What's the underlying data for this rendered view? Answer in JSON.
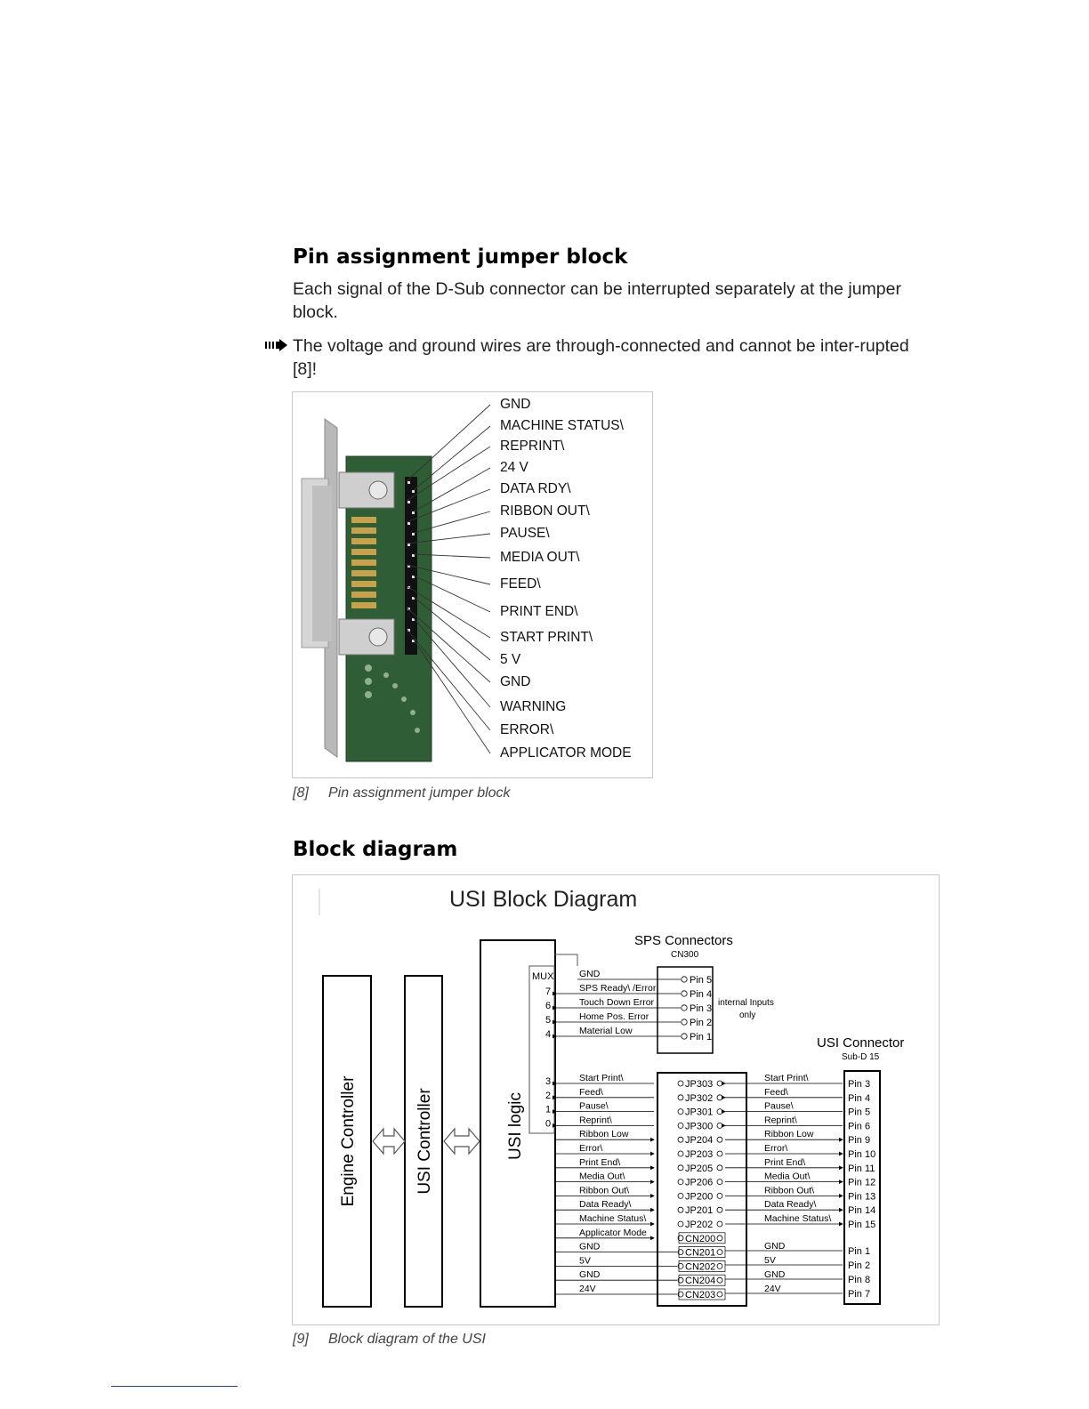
{
  "section1": {
    "heading": "Pin assignment jumper block",
    "paragraph": "Each signal of the D-Sub connector can be interrupted separately at the jumper block.",
    "note": "The voltage and ground wires are through-connected and cannot be inter-rupted [8]!",
    "pin_labels": [
      "GND",
      "MACHINE STATUS\\",
      "REPRINT\\",
      "24 V",
      "DATA RDY\\",
      "RIBBON OUT\\",
      "PAUSE\\",
      "MEDIA OUT\\",
      "FEED\\",
      "PRINT END\\",
      "START PRINT\\",
      "5 V",
      "GND",
      "WARNING",
      "ERROR\\",
      "APPLICATOR MODE"
    ],
    "caption_num": "[8]",
    "caption_text": "Pin assignment jumper block"
  },
  "section2": {
    "heading": "Block diagram",
    "caption_num": "[9]",
    "caption_text": "Block diagram of the USI"
  },
  "diagram": {
    "title": "USI Block Diagram",
    "engine": "Engine Controller",
    "usi_controller": "USI Controller",
    "usi_logic": "USI logic",
    "mux": "MUX",
    "sps_title": "SPS Connectors",
    "sps_sub": "CN300",
    "internal_note_1": "internal Inputs",
    "internal_note_2": "only",
    "usi_conn_title": "USI Connector",
    "usi_conn_sub": "Sub-D 15",
    "mux_signals": [
      "GND",
      "SPS Ready\\ /Error",
      "Touch Down Error",
      "Home Pos. Error",
      "Material Low"
    ],
    "mux_nums": [
      "",
      "7",
      "6",
      "5",
      "4"
    ],
    "sps_pins": [
      "Pin 5",
      "Pin 4",
      "Pin 3",
      "Pin 2",
      "Pin 1"
    ],
    "left_signals": [
      "Start Print\\",
      "Feed\\",
      "Pause\\",
      "Reprint\\",
      "Ribbon Low",
      "Error\\",
      "Print End\\",
      "Media Out\\",
      "Ribbon  Out\\",
      "Data Ready\\",
      "Machine Status\\",
      "Applicator Mode",
      "GND",
      "5V",
      "GND",
      "24V"
    ],
    "left_nums": [
      "3",
      "2",
      "1",
      "0"
    ],
    "jumpers": [
      "JP303",
      "JP302",
      "JP301",
      "JP300",
      "JP204",
      "JP203",
      "JP205",
      "JP206",
      "JP200",
      "JP201",
      "JP202",
      "CN200",
      "CN201",
      "CN202",
      "CN204",
      "CN203"
    ],
    "right_signals": [
      "Start Print\\",
      "Feed\\",
      "Pause\\",
      "Reprint\\",
      "Ribbon Low",
      "Error\\",
      "Print End\\",
      "Media Out\\",
      "Ribbon  Out\\",
      "Data Ready\\",
      "Machine Status\\",
      "GND",
      "5V",
      "GND",
      "24V"
    ],
    "conn_pins": [
      "Pin 3",
      "Pin 4",
      "Pin 5",
      "Pin 6",
      "Pin 9",
      "Pin 10",
      "Pin 11",
      "Pin 12",
      "Pin 13",
      "Pin 14",
      "Pin 15",
      "Pin 1",
      "Pin 2",
      "Pin 8",
      "Pin 7"
    ]
  }
}
